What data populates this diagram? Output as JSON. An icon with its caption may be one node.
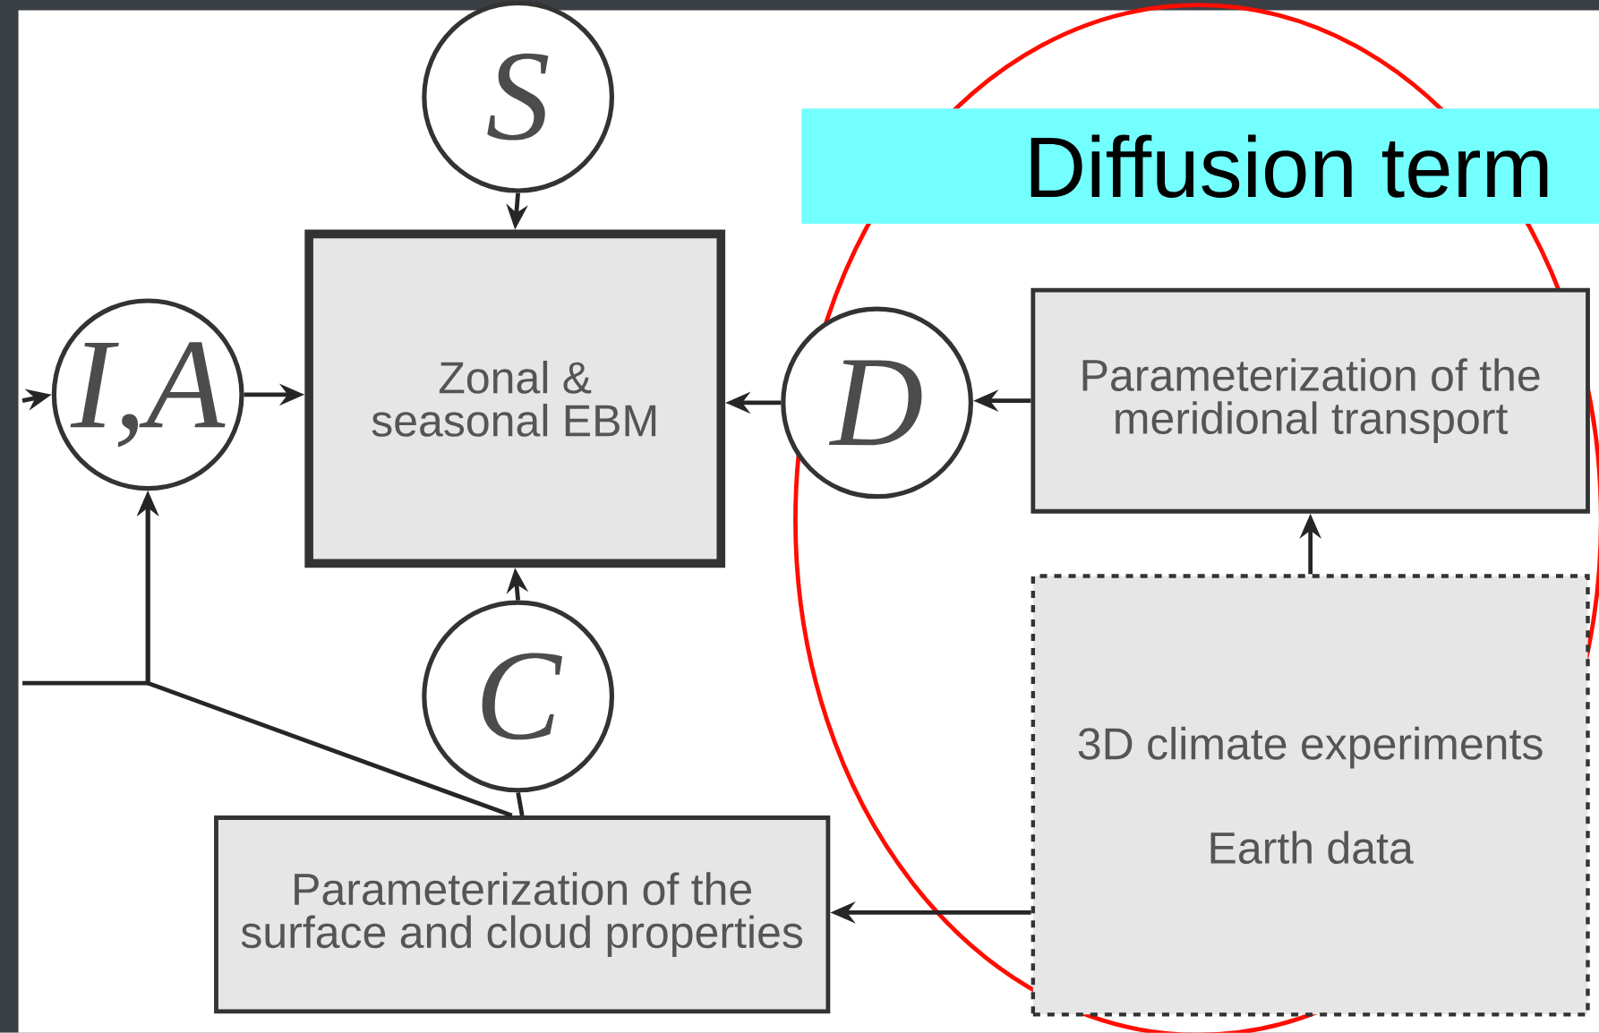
{
  "diagram": {
    "nodes": [
      {
        "text": [
          "S"
        ]
      },
      {
        "text": [
          "I,A"
        ]
      },
      {
        "text": [
          "Zonal & seasonal EBM"
        ]
      },
      {
        "text": [
          "D"
        ]
      },
      {
        "text": [
          "Parameterization of the meridional transport"
        ]
      },
      {
        "text": [
          "C"
        ]
      },
      {
        "text": [
          "Parameterization of the surface and cloud properties"
        ]
      },
      {
        "text": [
          "3D climate experiments",
          "Earth data"
        ]
      },
      {
        "text": [
          "Diffusion term"
        ]
      }
    ],
    "edges": [
      {
        "from": 0,
        "to": 2,
        "arrow": "to"
      },
      {
        "from": 1,
        "to": 2,
        "arrow": "to"
      },
      {
        "from": 3,
        "to": 2,
        "arrow": "to"
      },
      {
        "from": 4,
        "to": 3,
        "arrow": "to"
      },
      {
        "from": 5,
        "to": 2,
        "arrow": "to"
      },
      {
        "from": 6,
        "to": 5,
        "arrow": "none"
      },
      {
        "from": 6,
        "to": 1,
        "arrow": "to"
      },
      {
        "from": null,
        "to": 1,
        "arrow": "to"
      },
      {
        "from": null,
        "to": 1,
        "arrow": "to"
      },
      {
        "from": 7,
        "to": 4,
        "arrow": "to"
      },
      {
        "from": 7,
        "to": 6,
        "arrow": "to"
      }
    ]
  }
}
